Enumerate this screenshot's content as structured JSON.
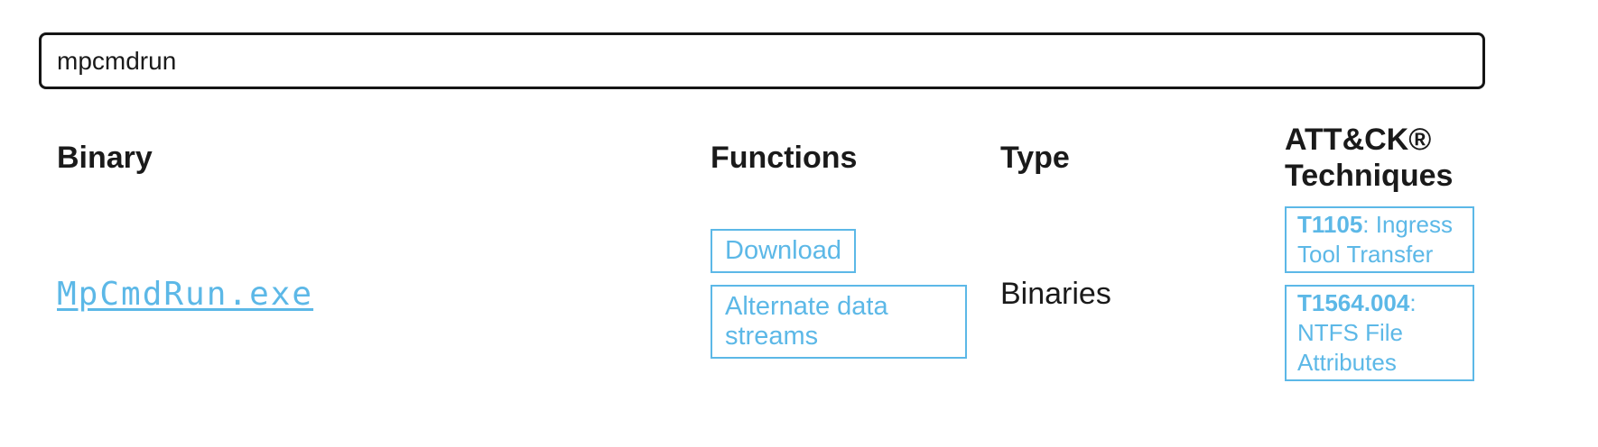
{
  "colors": {
    "accent": "#5cb8e7",
    "input_border": "#151515",
    "text": "#1a1a1a"
  },
  "search": {
    "value": "mpcmdrun"
  },
  "table": {
    "headers": {
      "binary": "Binary",
      "functions": "Functions",
      "type": "Type",
      "techniques": "ATT&CK® Techniques"
    },
    "rows": [
      {
        "binary": "MpCmdRun.exe",
        "functions": [
          "Download",
          "Alternate data streams"
        ],
        "type": "Binaries",
        "techniques": [
          {
            "id": "T1105",
            "rest": ": Ingress Tool Transfer"
          },
          {
            "id": "T1564.004",
            "rest": ": NTFS File Attributes"
          }
        ]
      }
    ]
  }
}
